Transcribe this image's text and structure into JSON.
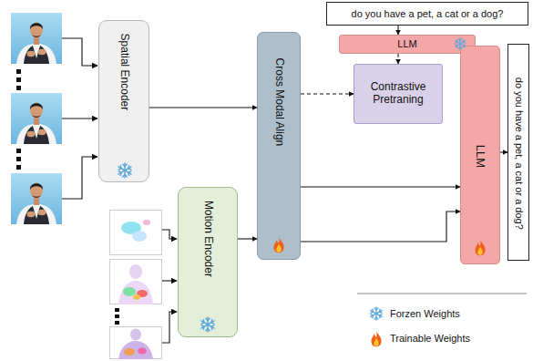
{
  "diagram": {
    "nodes": [
      {
        "text": [
          "Spatial Encoder"
        ]
      },
      {
        "text": [
          "Motion Encoder"
        ]
      },
      {
        "text": [
          "Cross Modal Align"
        ]
      },
      {
        "text": [
          "do you have a pet, a cat or a dog?"
        ]
      },
      {
        "text": [
          "LLM"
        ]
      },
      {
        "text": [
          "Contrastive Pretraning"
        ]
      },
      {
        "text": [
          "LLM"
        ]
      },
      {
        "text": [
          "do you have a pet, a cat or a dog?"
        ]
      }
    ],
    "edges": [
      {
        "from": 0,
        "to": 2,
        "arrow": "to"
      },
      {
        "from": 1,
        "to": 2,
        "arrow": "to"
      },
      {
        "from": 2,
        "to": 5,
        "arrow": "to"
      },
      {
        "from": 3,
        "to": 4,
        "arrow": "to"
      },
      {
        "from": 4,
        "to": 5,
        "arrow": "to"
      },
      {
        "from": 2,
        "to": 6,
        "arrow": "to"
      },
      {
        "from": 2,
        "to": 6,
        "arrow": "to"
      },
      {
        "from": 6,
        "to": 7,
        "arrow": "to"
      }
    ],
    "legend": [
      {
        "text": "Forzen Weights"
      },
      {
        "text": "Trainable Weights"
      }
    ]
  }
}
